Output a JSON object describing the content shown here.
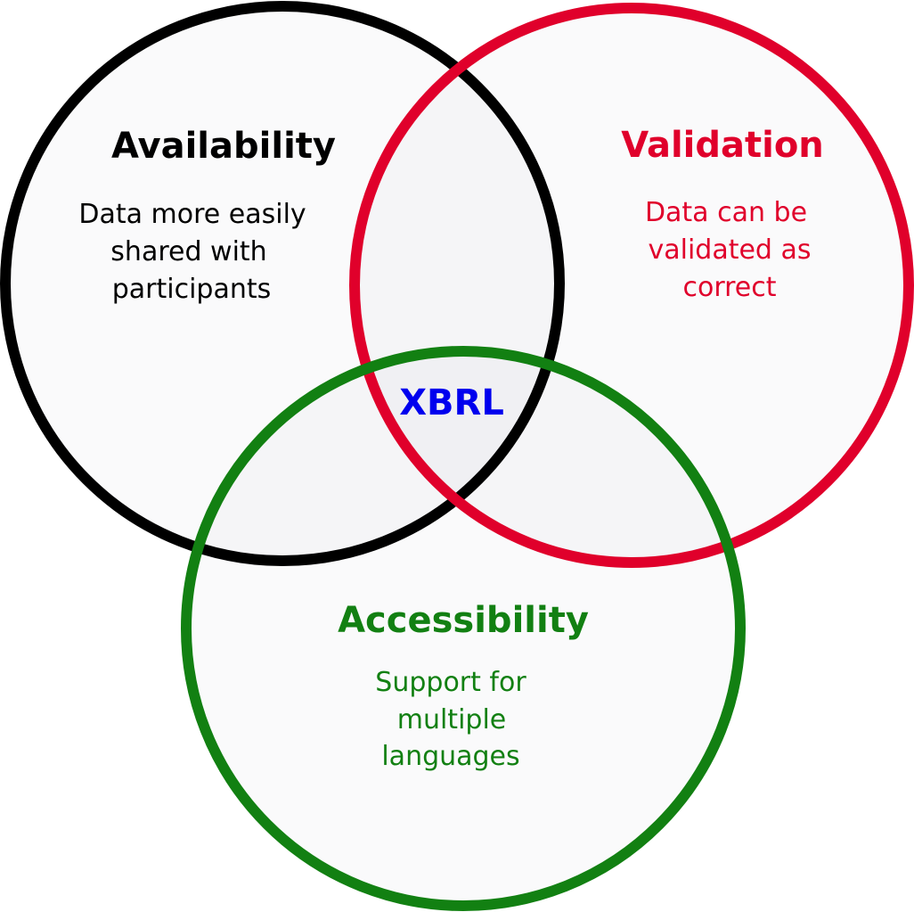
{
  "diagram": {
    "center_label": "XBRL",
    "center_color": "#0000ee",
    "sets": [
      {
        "id": "availability",
        "title": "Availability",
        "description": [
          "Data more easily",
          "shared with",
          "participants"
        ],
        "color": "#000000"
      },
      {
        "id": "validation",
        "title": "Validation",
        "description": [
          "Data can be",
          "validated as",
          "correct"
        ],
        "color": "#e0002b"
      },
      {
        "id": "accessibility",
        "title": "Accessibility",
        "description": [
          "Support for",
          "multiple",
          "languages"
        ],
        "color": "#128012"
      }
    ]
  }
}
